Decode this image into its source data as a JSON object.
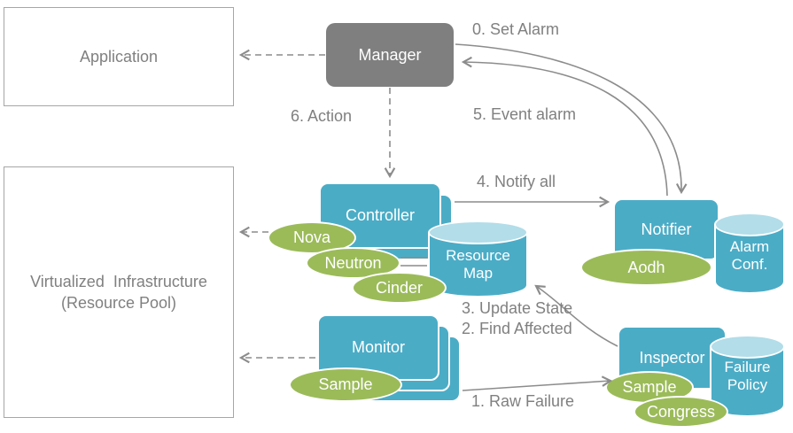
{
  "nodes": {
    "application": {
      "label": "Application"
    },
    "virtualized_infrastructure": {
      "line1": "Virtualized  Infrastructure",
      "line2": "(Resource Pool)"
    },
    "manager": {
      "label": "Manager"
    },
    "controller": {
      "label": "Controller"
    },
    "monitor": {
      "label": "Monitor"
    },
    "notifier": {
      "label": "Notifier"
    },
    "inspector": {
      "label": "Inspector"
    },
    "resource_map": {
      "line1": "Resource",
      "line2": "Map"
    },
    "alarm_conf": {
      "line1": "Alarm",
      "line2": "Conf."
    },
    "failure_policy": {
      "line1": "Failure",
      "line2": "Policy"
    }
  },
  "plugins": {
    "nova": {
      "label": "Nova"
    },
    "neutron": {
      "label": "Neutron"
    },
    "cinder": {
      "label": "Cinder"
    },
    "aodh": {
      "label": "Aodh"
    },
    "monitor_sample": {
      "label": "Sample"
    },
    "inspector_sample": {
      "label": "Sample"
    },
    "congress": {
      "label": "Congress"
    }
  },
  "flow_labels": {
    "set_alarm": "0. Set Alarm",
    "event_alarm": "5. Event alarm",
    "action": "6. Action",
    "notify_all": "4. Notify all",
    "update_state": "3. Update State",
    "find_affected": "2. Find Affected",
    "raw_failure": "1. Raw Failure"
  },
  "colors": {
    "node_blue": "#4bacc6",
    "cylinder_top_blue": "#b2dde9",
    "plugin_green": "#9bbb59",
    "manager_gray": "#7f7f7f",
    "label_gray": "#808080",
    "arrow_gray": "#8c8c8c",
    "frame_border_gray": "#a6a6a6"
  }
}
